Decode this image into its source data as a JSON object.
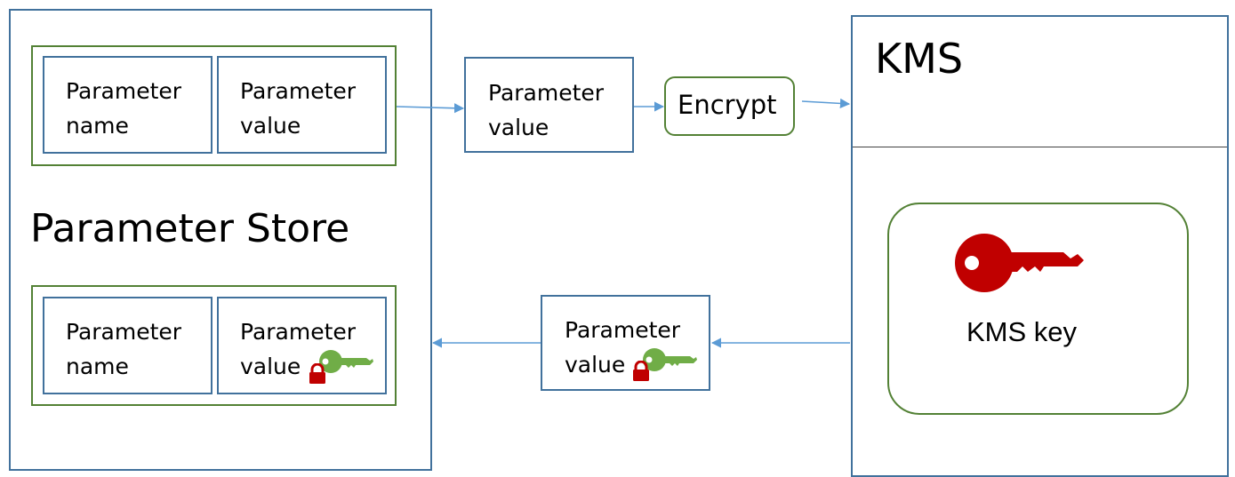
{
  "parameter_store": {
    "title": "Parameter Store"
  },
  "top_row": {
    "name_label": "Parameter\nname",
    "value_label": "Parameter\nvalue"
  },
  "bottom_row": {
    "name_label": "Parameter\nname",
    "value_label": "Parameter\nvalue"
  },
  "flow": {
    "outgoing_value_label": "Parameter\nvalue",
    "encrypt_label": "Encrypt",
    "returning_value_label": "Parameter\nvalue"
  },
  "kms": {
    "title": "KMS",
    "key_label": "KMS key"
  },
  "icons": {
    "red_key": "key-icon",
    "green_key": "key-icon",
    "lock": "lock-icon"
  },
  "colors": {
    "group_border": "#538135",
    "cell_border": "#41719c",
    "arrow": "#5b9bd5",
    "red_key": "#c00000",
    "green_key": "#70ad47",
    "lock": "#c00000"
  }
}
